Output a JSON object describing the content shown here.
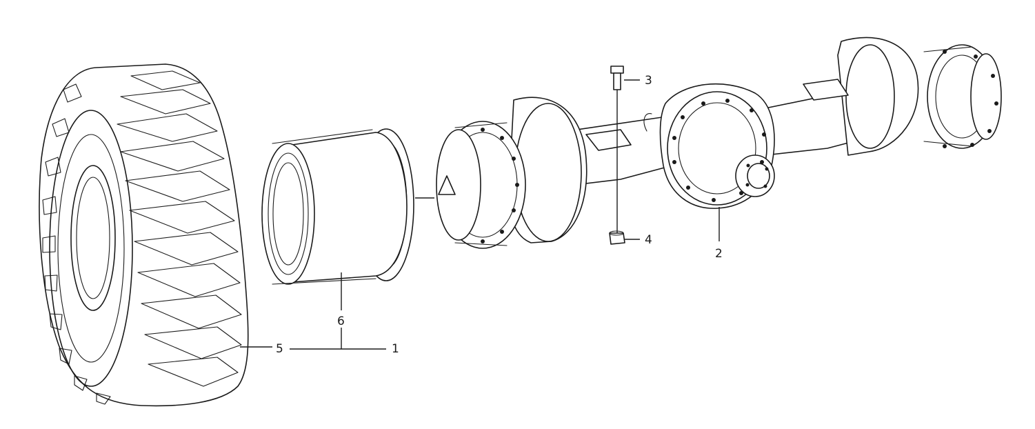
{
  "labels": {
    "l1": "1",
    "l2": "2",
    "l3": "3",
    "l4": "4",
    "l5": "5",
    "l6": "6"
  },
  "icons": {
    "tire": "tire-icon",
    "rim": "wheel-rim-icon",
    "axle": "drive-axle-icon",
    "bolt": "bolt-icon",
    "nut": "nut-icon"
  },
  "colors": {
    "line": "#1a1a1a",
    "background": "#ffffff"
  }
}
